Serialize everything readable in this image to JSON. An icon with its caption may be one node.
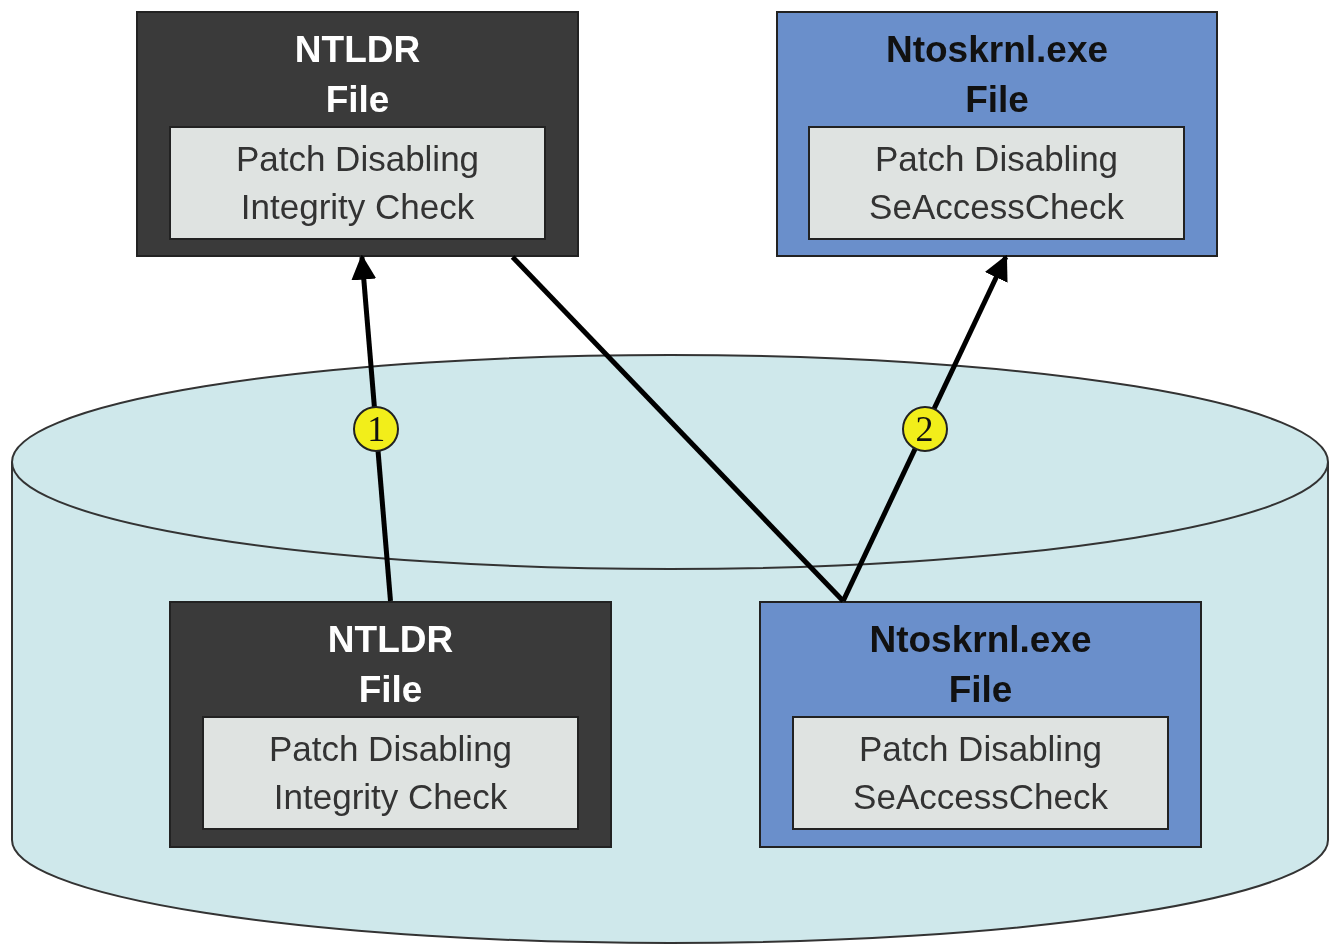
{
  "diagram": {
    "nodes": [
      {
        "text": [
          "NTLDR File"
        ]
      },
      {
        "text": [
          "Patch Disabling Integrity Check"
        ],
        "in": 0
      },
      {
        "text": [
          "Ntoskrnl.exe File"
        ]
      },
      {
        "text": [
          "Patch Disabling SeAccessCheck"
        ],
        "in": 2
      },
      {
        "text": [],
        "shape": "cylinder"
      },
      {
        "text": [
          "NTLDR File"
        ],
        "in": 4
      },
      {
        "text": [
          "Patch Disabling Integrity Check"
        ],
        "in": 5
      },
      {
        "text": [
          "Ntoskrnl.exe File"
        ],
        "in": 4
      },
      {
        "text": [
          "Patch Disabling SeAccessCheck"
        ],
        "in": 7
      }
    ],
    "edges": [
      {
        "from": 5,
        "to": 0,
        "arrow": "to",
        "label": "1"
      },
      {
        "from": 0,
        "to": 7,
        "arrow": "none"
      },
      {
        "from": 7,
        "to": 2,
        "arrow": "to",
        "label": "2"
      }
    ]
  }
}
